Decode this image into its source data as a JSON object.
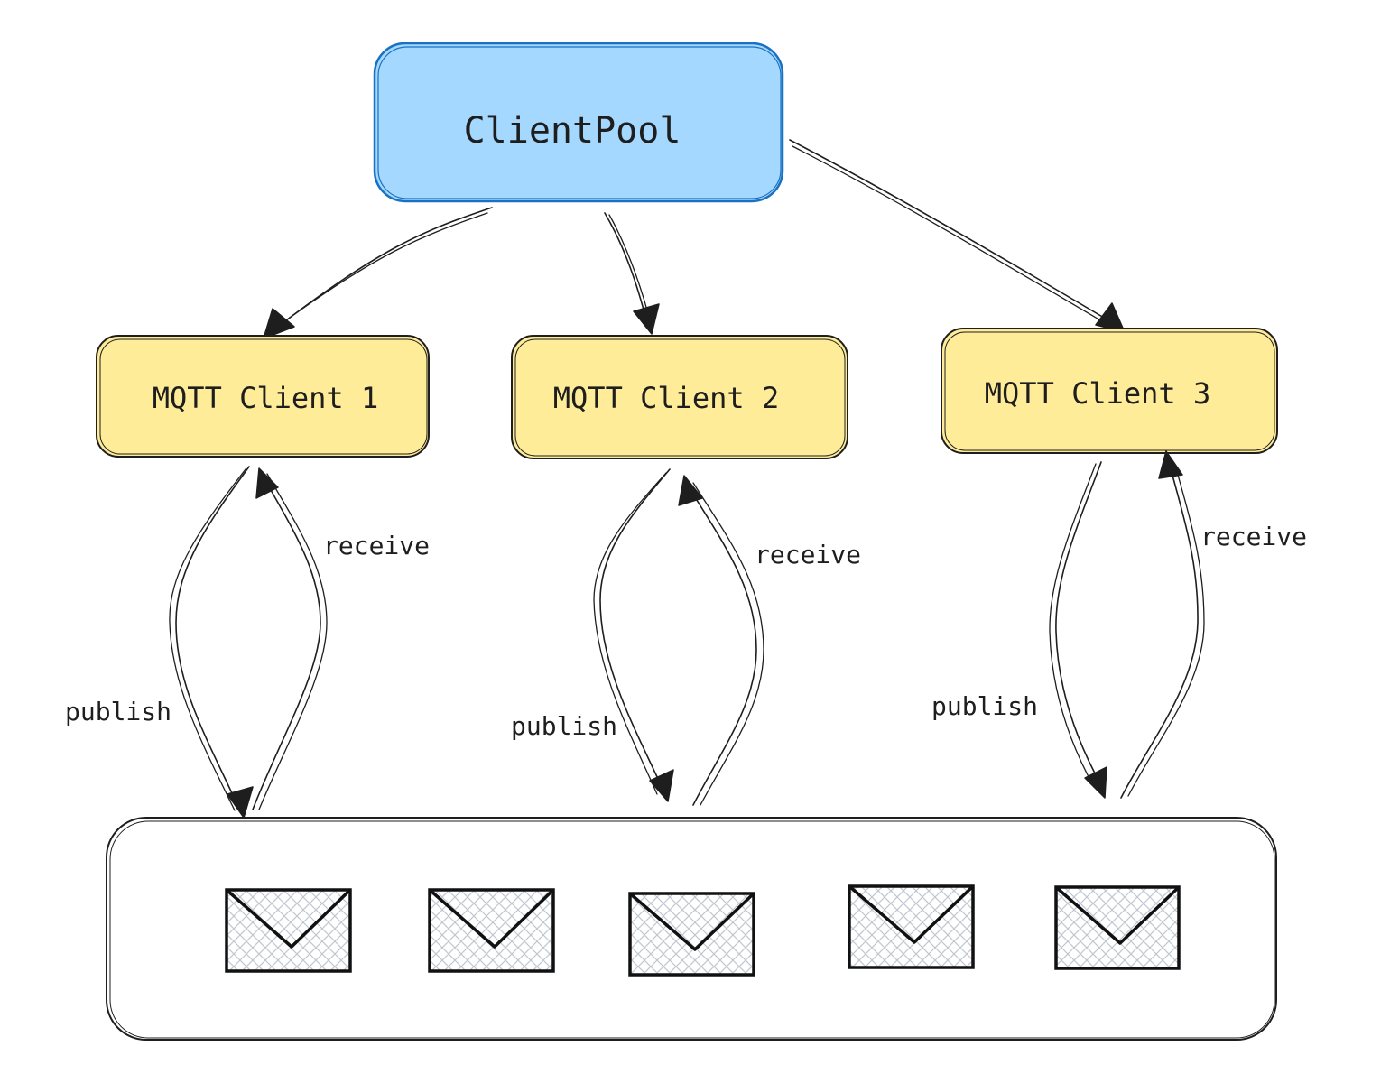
{
  "colors": {
    "pool_fill": "#a5d8ff",
    "pool_stroke": "#1971c2",
    "client_fill": "#ffec99",
    "client_stroke": "#1e1e1e",
    "queue_stroke": "#1e1e1e",
    "envelope_hatch": "#bfc7d1",
    "ink": "#1e1e1e"
  },
  "pool": {
    "label": "ClientPool"
  },
  "clients": [
    {
      "label": "MQTT Client 1",
      "publish_label": "publish",
      "receive_label": "receive"
    },
    {
      "label": "MQTT Client 2",
      "publish_label": "publish",
      "receive_label": "receive"
    },
    {
      "label": "MQTT Client 3",
      "publish_label": "publish",
      "receive_label": "receive"
    }
  ],
  "queue": {
    "message_icon": "envelope-icon",
    "message_count": 5
  }
}
